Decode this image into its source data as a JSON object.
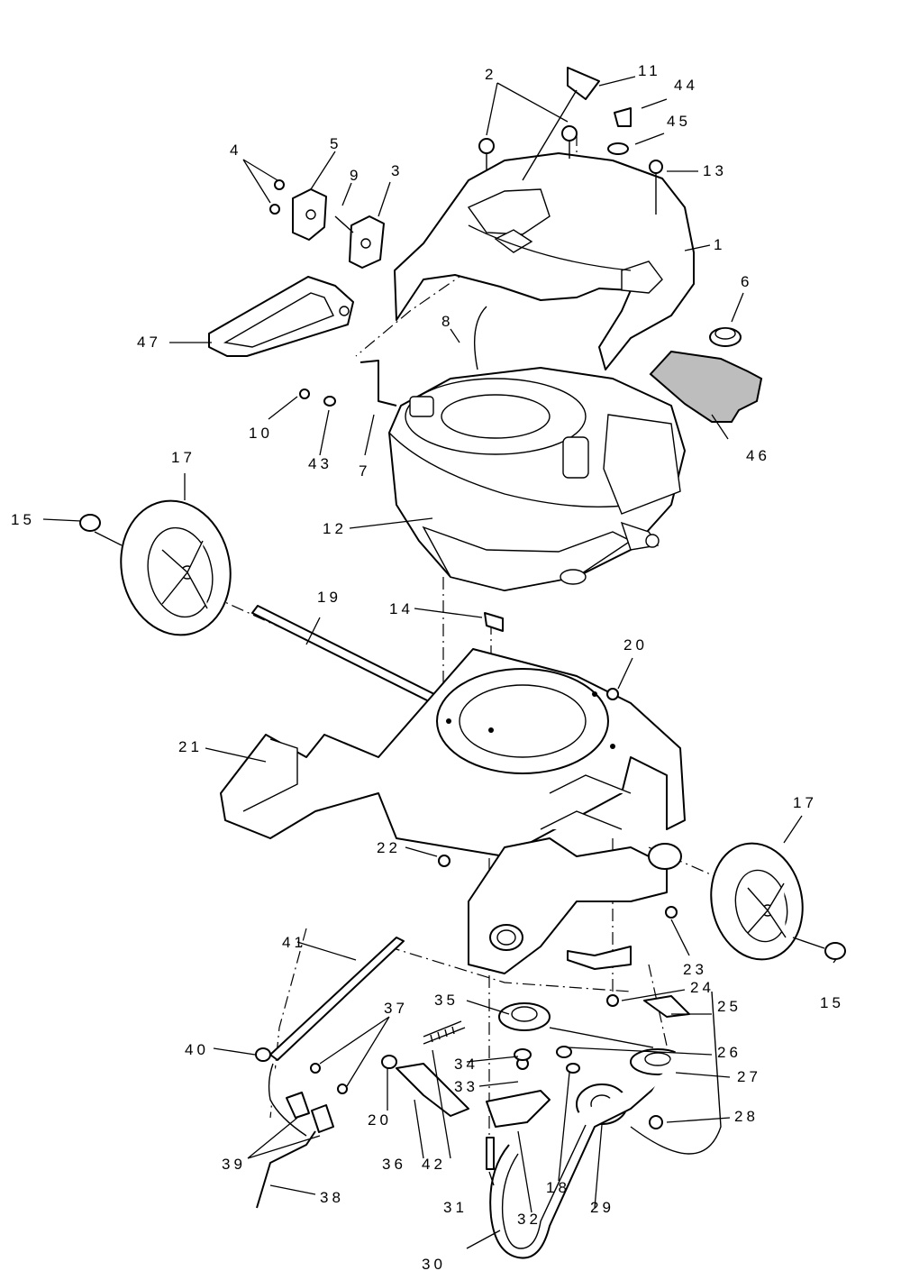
{
  "callouts": {
    "c1": "1",
    "c2": "2",
    "c3": "3",
    "c4": "4",
    "c5": "5",
    "c6": "6",
    "c7": "7",
    "c8": "8",
    "c9": "9",
    "c10": "10",
    "c11": "11",
    "c12": "12",
    "c13": "13",
    "c14": "14",
    "c15a": "15",
    "c15b": "15",
    "c17a": "17",
    "c17b": "17",
    "c18": "18",
    "c19": "19",
    "c20a": "20",
    "c20b": "20",
    "c21": "21",
    "c22": "22",
    "c23": "23",
    "c24": "24",
    "c25": "25",
    "c26": "26",
    "c27": "27",
    "c28": "28",
    "c29": "29",
    "c30": "30",
    "c31": "31",
    "c32": "32",
    "c33": "33",
    "c34": "34",
    "c35": "35",
    "c36": "36",
    "c37": "37",
    "c38": "38",
    "c39": "39",
    "c40": "40",
    "c41": "41",
    "c42": "42",
    "c43": "43",
    "c44": "44",
    "c45": "45",
    "c46": "46",
    "c47": "47"
  },
  "colors": {
    "line": "#000000",
    "background": "#ffffff",
    "gasket_fill": "#bdbdbd"
  }
}
